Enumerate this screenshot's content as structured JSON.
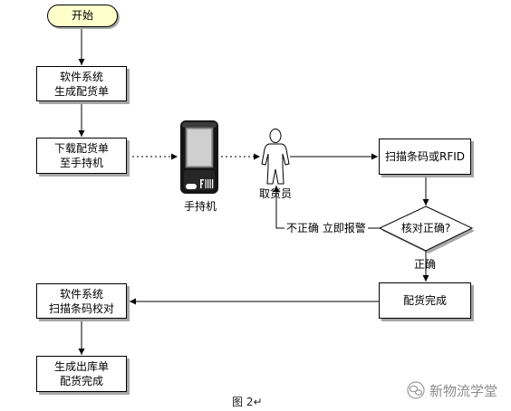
{
  "figure": {
    "start": "开始",
    "generate_order": [
      "软件系统",
      "生成配货单"
    ],
    "download_order": [
      "下载配货单",
      "至手持机"
    ],
    "scan": "扫描条码或RFID",
    "check": "核对正确?",
    "picking_done": "配货完成",
    "verify": [
      "软件系统",
      "扫描条码校对"
    ],
    "outbound": [
      "生成出库单",
      "配货完成"
    ],
    "handheld": {
      "icon": "handheld-device-icon",
      "label": "手持机"
    },
    "picker": {
      "icon": "person-icon",
      "label": "取货员"
    },
    "incorrect_branch": "不正确 立即报警",
    "correct_branch": "正确",
    "caption": "图 2↵"
  },
  "watermark": {
    "icon": "wechat-icon",
    "text": "新物流学堂"
  },
  "colors": {
    "start_fill": "#ffffcc",
    "box_fill": "#ffffff",
    "stroke": "#000000",
    "shadow": "#a6a6a6",
    "watermark": "#8c8c8c"
  }
}
